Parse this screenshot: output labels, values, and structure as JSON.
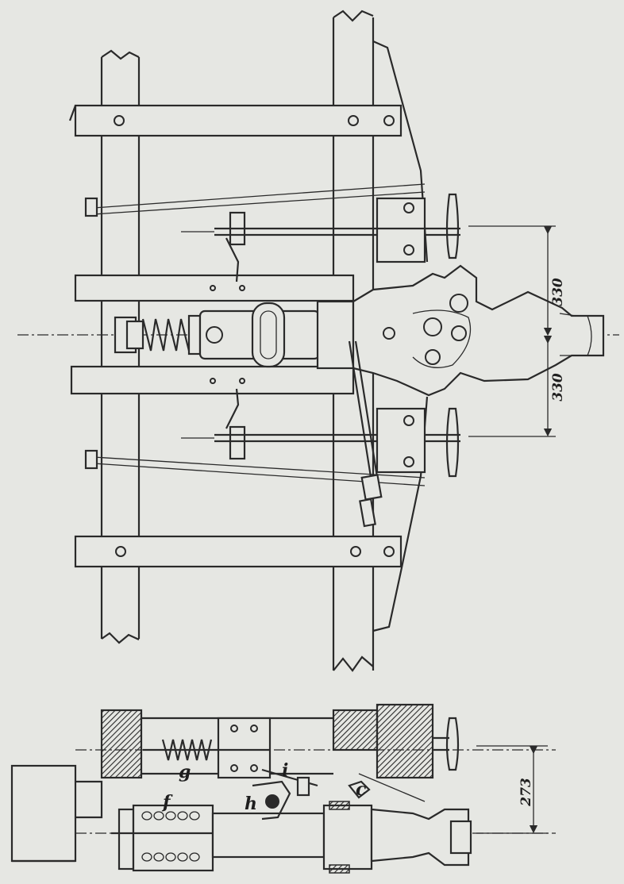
{
  "dimensions": {
    "upper_left": "330",
    "upper_right": "330",
    "lower": "273"
  },
  "labels": {
    "c": "c",
    "f": "f",
    "g": "g",
    "h": "h",
    "i": "i"
  }
}
